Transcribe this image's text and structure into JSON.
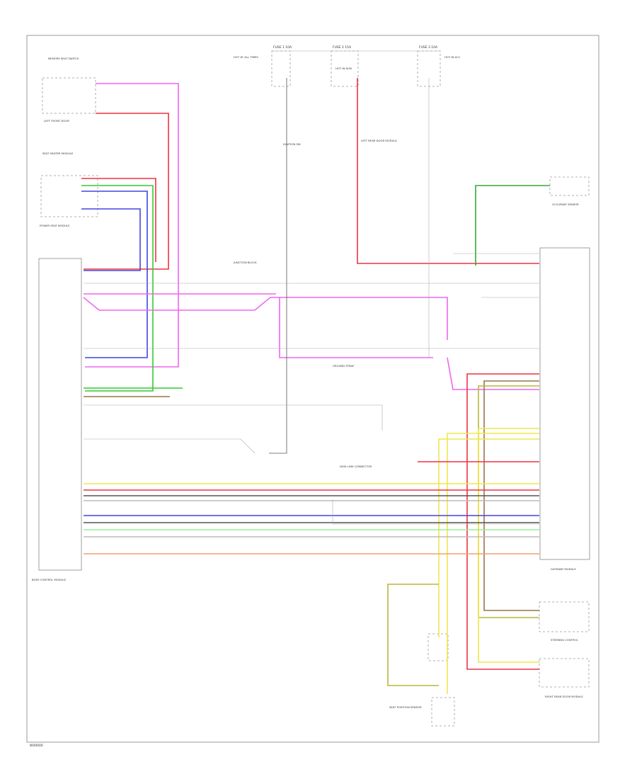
{
  "page": {
    "footer_code": "W00000"
  },
  "colors": {
    "pink": "#ee66ee",
    "red": "#ee3344",
    "blue": "#4444dd",
    "green": "#33cc33",
    "yellow": "#f2e64a",
    "brown": "#997744",
    "black": "#555555",
    "gray": "#bbbbbb",
    "orange": "#f4a070",
    "olive": "#b8b83a",
    "dark_green": "#33aa33",
    "light_blue": "#88ccee",
    "light_green": "#99ee99"
  },
  "labels": {
    "seat_heater_module": "SEAT HEATER MODULE",
    "power_seat_module": "POWER SEAT MODULE",
    "body_control": "BODY CONTROL MODULE",
    "ignition": "IGNITION SW",
    "left_rear_door": "LEFT REAR DOOR MODULE",
    "right_rear_door": "RIGHT REAR DOOR MODULE",
    "gateway_module": "GATEWAY MODULE",
    "steering_control": "STEERING CONTROL",
    "occupant_sensor": "OCCUPANT SENSOR",
    "ground_strap": "GROUND STRAP",
    "junction_block": "JUNCTION BLOCK",
    "fuse_1": "FUSE 1 10A",
    "fuse_2": "FUSE 2 15A",
    "fuse_3": "FUSE 3 10A",
    "hot_at_all_times": "HOT AT ALL TIMES",
    "hot_in_run": "HOT IN RUN",
    "hot_in_acc": "HOT IN ACC",
    "memory_seat": "MEMORY SEAT SWITCH",
    "left_front_door": "LEFT FRONT DOOR",
    "data_link": "DATA LINK CONNECTOR",
    "bottom_switch": "SEAT POSITION SENSOR"
  }
}
